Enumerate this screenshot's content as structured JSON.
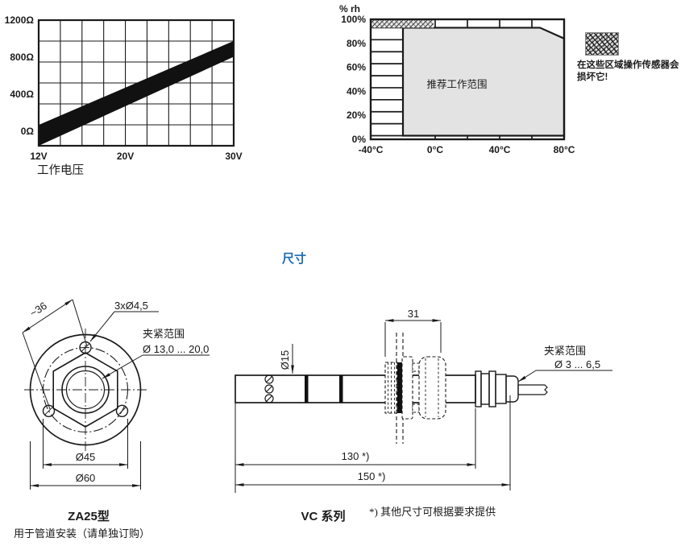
{
  "section_title": "尺寸",
  "chart_data": [
    {
      "type": "area",
      "name": "resistance-vs-voltage",
      "title": "",
      "xlabel": "工作电压",
      "ylabel": "",
      "x_unit": "V",
      "y_unit": "Ω",
      "xlim": [
        12,
        30
      ],
      "ylim": [
        -155,
        1200
      ],
      "grid": "fine grid, 9 cols x 6 rows, black on white",
      "xticks": [
        {
          "v": 12,
          "label": "12V"
        },
        {
          "v": 20,
          "label": "20V"
        },
        {
          "v": 30,
          "label": "30V"
        }
      ],
      "yticks": [
        {
          "v": 1200,
          "label": "1200Ω"
        },
        {
          "v": 800,
          "label": "800Ω"
        },
        {
          "v": 400,
          "label": "400Ω"
        },
        {
          "v": 0,
          "label": "0Ω"
        }
      ],
      "series": [
        {
          "name": "band_upper",
          "points": [
            [
              12,
              70
            ],
            [
              30,
              975
            ]
          ]
        },
        {
          "name": "band_lower",
          "points": [
            [
              12,
              -155
            ],
            [
              30,
              805
            ]
          ]
        }
      ],
      "band_fill": "#111111"
    },
    {
      "type": "area",
      "name": "humidity-vs-temperature-operating-range",
      "title": "",
      "xlabel": "",
      "ylabel": "% rh",
      "x_unit": "°C",
      "y_unit": "%",
      "xlim": [
        -40,
        80
      ],
      "ylim": [
        0,
        100
      ],
      "grid": "10% rows in left column, 20°C ticks in top/bottom strips",
      "xticks": [
        {
          "v": -40,
          "label": "-40°C"
        },
        {
          "v": 0,
          "label": "0°C"
        },
        {
          "v": 40,
          "label": "40°C"
        },
        {
          "v": 80,
          "label": "80°C"
        }
      ],
      "yticks": [
        {
          "v": 100,
          "label": "100%"
        },
        {
          "v": 80,
          "label": "80%"
        },
        {
          "v": 60,
          "label": "60%"
        },
        {
          "v": 40,
          "label": "40%"
        },
        {
          "v": 20,
          "label": "20%"
        },
        {
          "v": 0,
          "label": "0%"
        }
      ],
      "recommended_region": {
        "label": "推荐工作范围",
        "fill": "#e3e3e3",
        "points": [
          [
            -20,
            3
          ],
          [
            -20,
            93
          ],
          [
            65,
            93
          ],
          [
            80,
            84
          ],
          [
            80,
            3
          ]
        ]
      },
      "damage_zone": {
        "pattern": "cross-hatch",
        "x": [
          -40,
          -1
        ],
        "y": [
          93,
          100
        ]
      }
    }
  ],
  "warning": {
    "swatch": "cross-hatch",
    "text": "在这些区域操作传感器会损坏它!"
  },
  "za25": {
    "labels": {
      "holes": "3xØ4,5",
      "clamp_title": "夹紧范围",
      "clamp_range": "Ø 13,0 ... 20,0",
      "spacing": "~36",
      "bolt_circle": "Ø45",
      "outer_dia": "Ø60"
    },
    "title": "ZA25型",
    "subtitle": "用于管道安装（请单独订购）"
  },
  "vc": {
    "labels": {
      "dia": "Ø15",
      "fitting_len": "31",
      "clamp_title": "夹紧范围",
      "clamp_range": "Ø 3 ... 6,5",
      "len_130": "130 *)",
      "len_150": "150 *)"
    },
    "title": "VC 系列",
    "footnote": "*) 其他尺寸可根据要求提供"
  },
  "colors": {
    "line": "#1a1a1a",
    "region_fill": "#e3e3e3",
    "heading_blue": "#1a6db6",
    "band_fill": "#111111"
  }
}
